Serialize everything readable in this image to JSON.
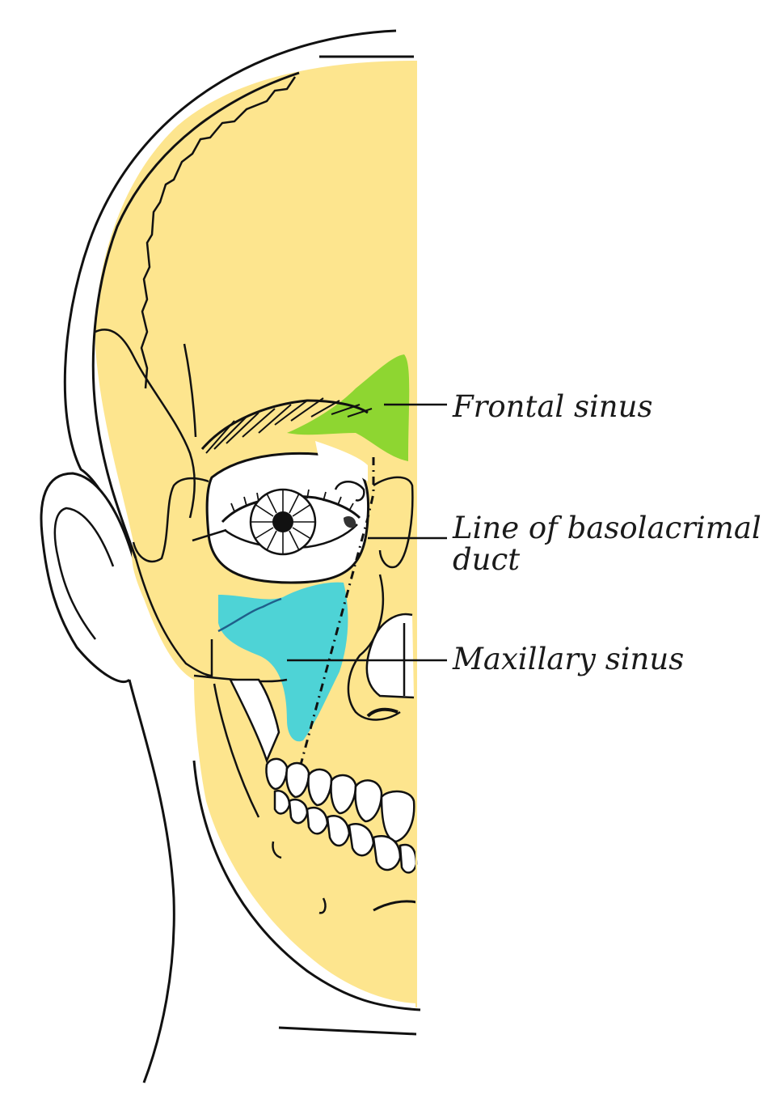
{
  "labels": {
    "frontal_sinus": "Frontal sinus",
    "line_of_duct_line1": "Line of basolacrimal",
    "line_of_duct_line2": "duct",
    "maxillary_sinus": "Maxillary sinus"
  },
  "colors": {
    "bone": "#FDE58E",
    "bone_shadow": "#E2C27A",
    "frontal_sinus": "#8ED631",
    "maxillary_sinus": "#4ED3D6",
    "outline": "#111111",
    "background": "#FFFFFF"
  }
}
